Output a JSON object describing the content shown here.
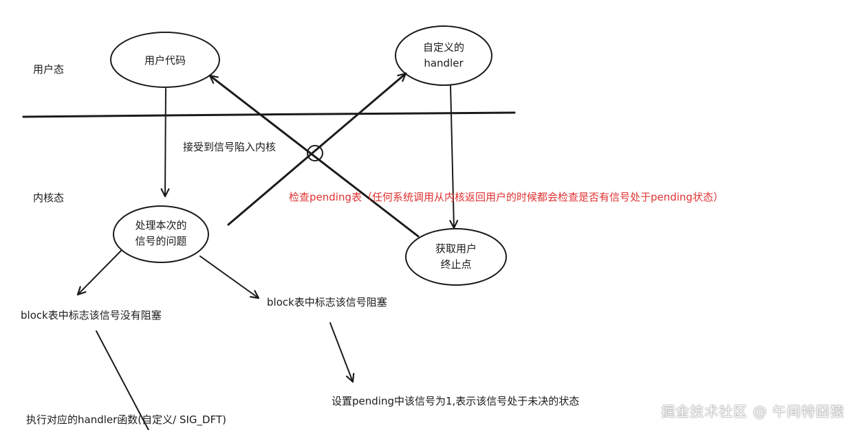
{
  "regions": {
    "user_mode": "用户态",
    "kernel_mode": "内核态"
  },
  "nodes": {
    "user_code": "用户代码",
    "custom_handler_line1": "自定义的",
    "custom_handler_line2": "handler",
    "process_signal_line1": "处理本次的",
    "process_signal_line2": "信号的问题",
    "get_user_endpoint_line1": "获取用户",
    "get_user_endpoint_line2": "终止点"
  },
  "labels": {
    "trap_to_kernel": "接受到信号陷入内核",
    "check_pending": "检查pending表（任何系统调用从内核返回用户的时候都会检查是否有信号处于pending状态）",
    "block_not_blocked": "block表中标志该信号没有阻塞",
    "block_blocked": "block表中标志该信号阻塞",
    "execute_handler": "执行对应的handler函数(自定义/ SIG_DFT)",
    "set_pending": "设置pending中该信号为1,表示该信号处于未决的状态"
  },
  "colors": {
    "stroke": "#1a1a1a",
    "highlight": "#e03131"
  },
  "watermark": "掘金技术社区 @ 午间特困猿"
}
